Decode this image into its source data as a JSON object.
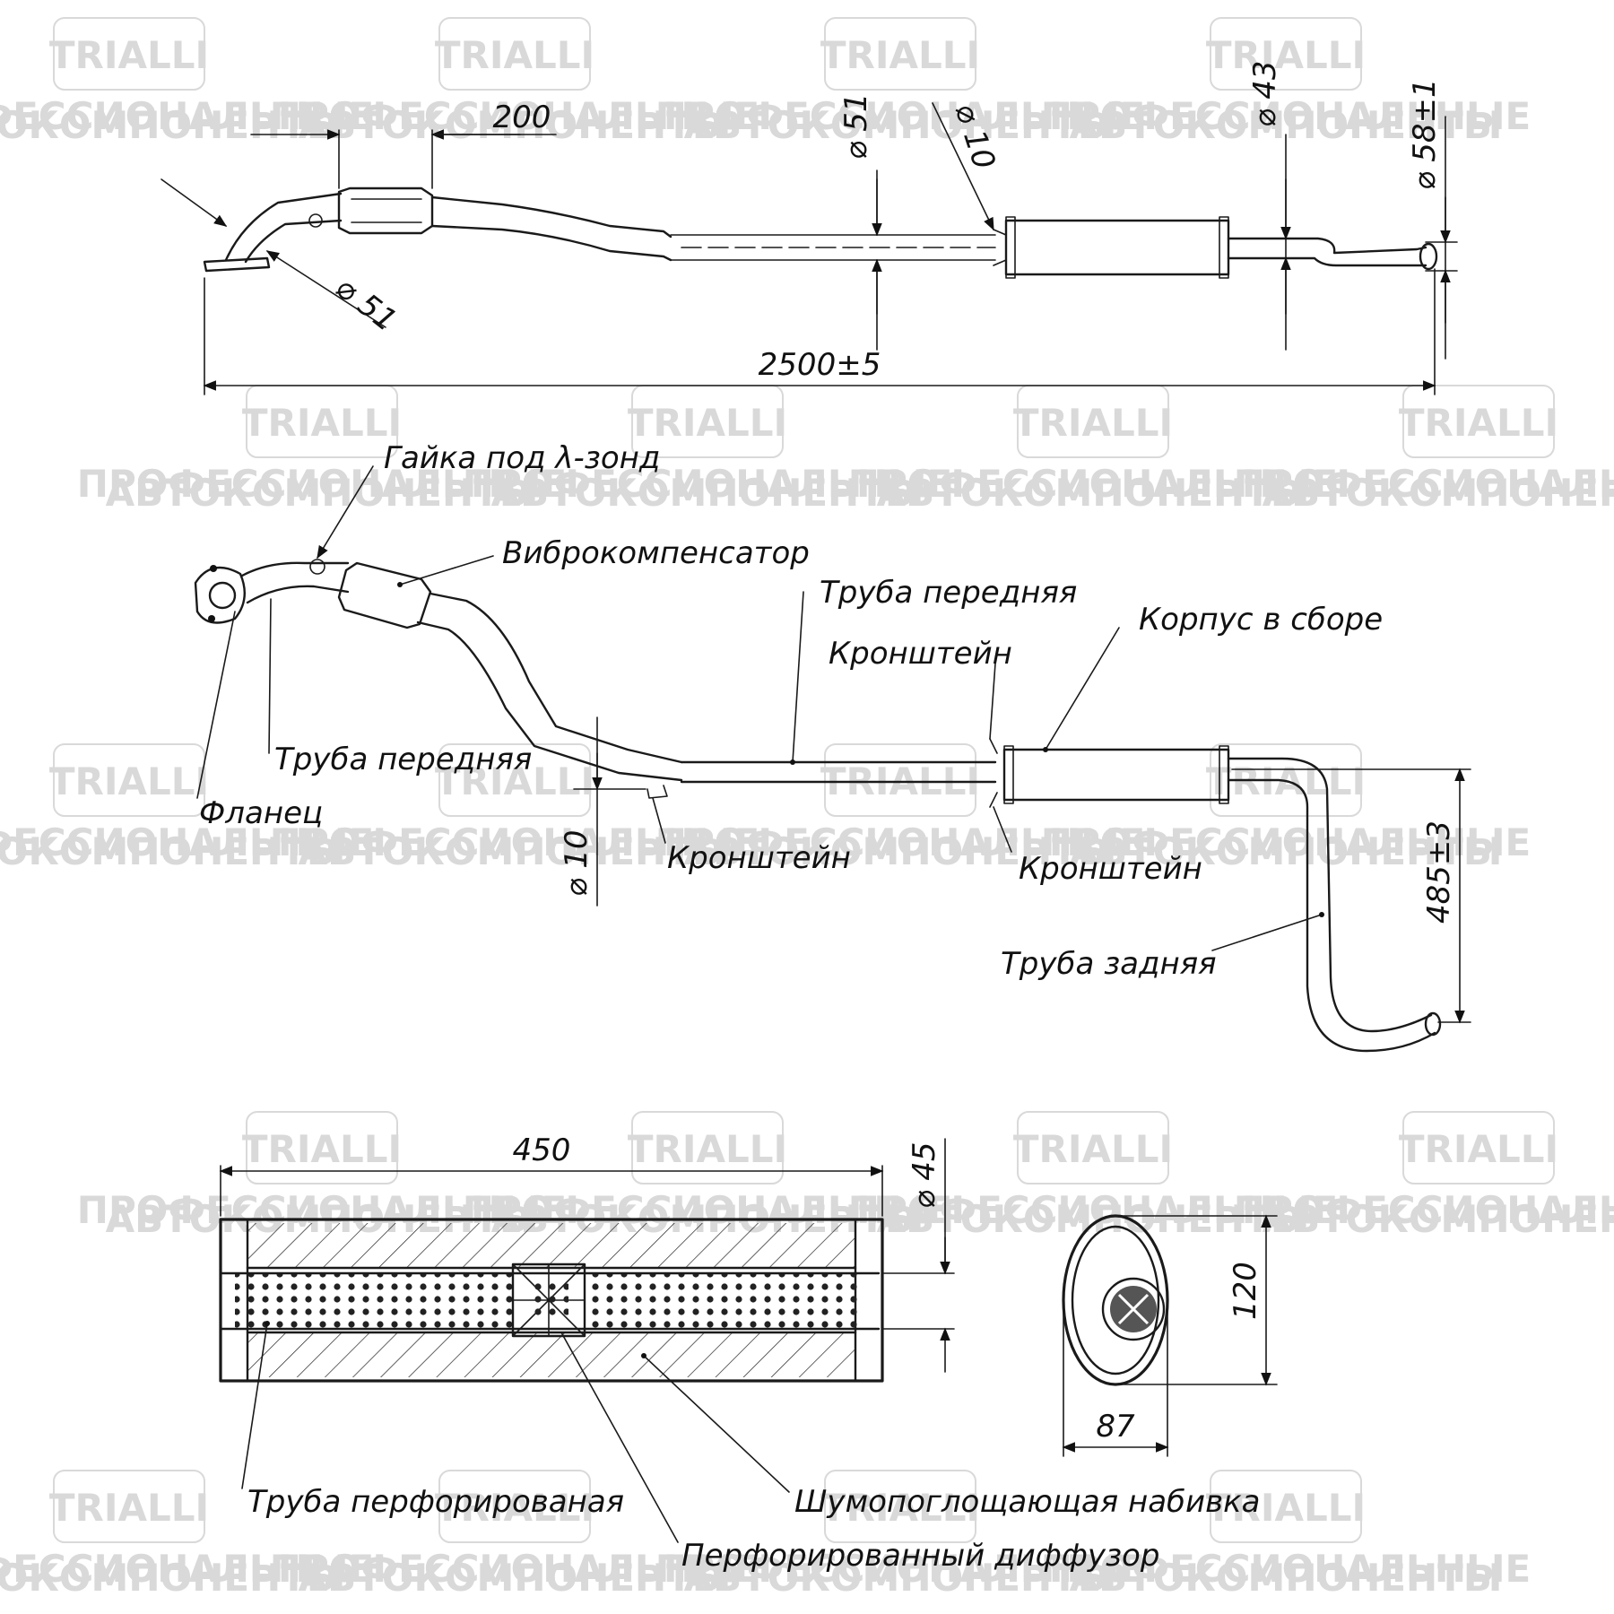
{
  "watermark": {
    "brand": "TRIALLI",
    "subtitle_line1": "ПРОФЕССИОНАЛЬНЫЕ",
    "subtitle_line2": "АВТОКОМПОНЕНТЫ"
  },
  "top_view": {
    "dim_overall_length": "2500±5",
    "dim_flex_length": "200",
    "dim_inlet_dia": "⌀ 51",
    "dim_front_pipe_dia": "⌀ 51",
    "dim_bracket_dia": "⌀ 10",
    "dim_tail_dia": "⌀ 43",
    "dim_outlet_dia": "⌀ 58±1"
  },
  "assembly_view": {
    "label_lambda_nut": "Гайка под λ-зонд",
    "label_flex": "Виброкомпенсатор",
    "label_front_pipe_1": "Труба передняя",
    "label_bracket_1": "Кронштейн",
    "label_housing": "Корпус в сборе",
    "label_front_pipe_2": "Труба передняя",
    "label_flange": "Фланец",
    "label_bracket_dia": "⌀ 10",
    "label_bracket_2": "Кронштейн",
    "label_bracket_3": "Кронштейн",
    "label_rear_pipe": "Труба задняя",
    "dim_drop": "485±3"
  },
  "section_view": {
    "dim_length": "450",
    "dim_pipe_dia": "⌀ 45",
    "dim_height": "120",
    "dim_width": "87",
    "label_perf_pipe": "Труба перфорированая",
    "label_packing": "Шумопоглощающая набивка",
    "label_diffuser": "Перфорированный диффузор"
  }
}
